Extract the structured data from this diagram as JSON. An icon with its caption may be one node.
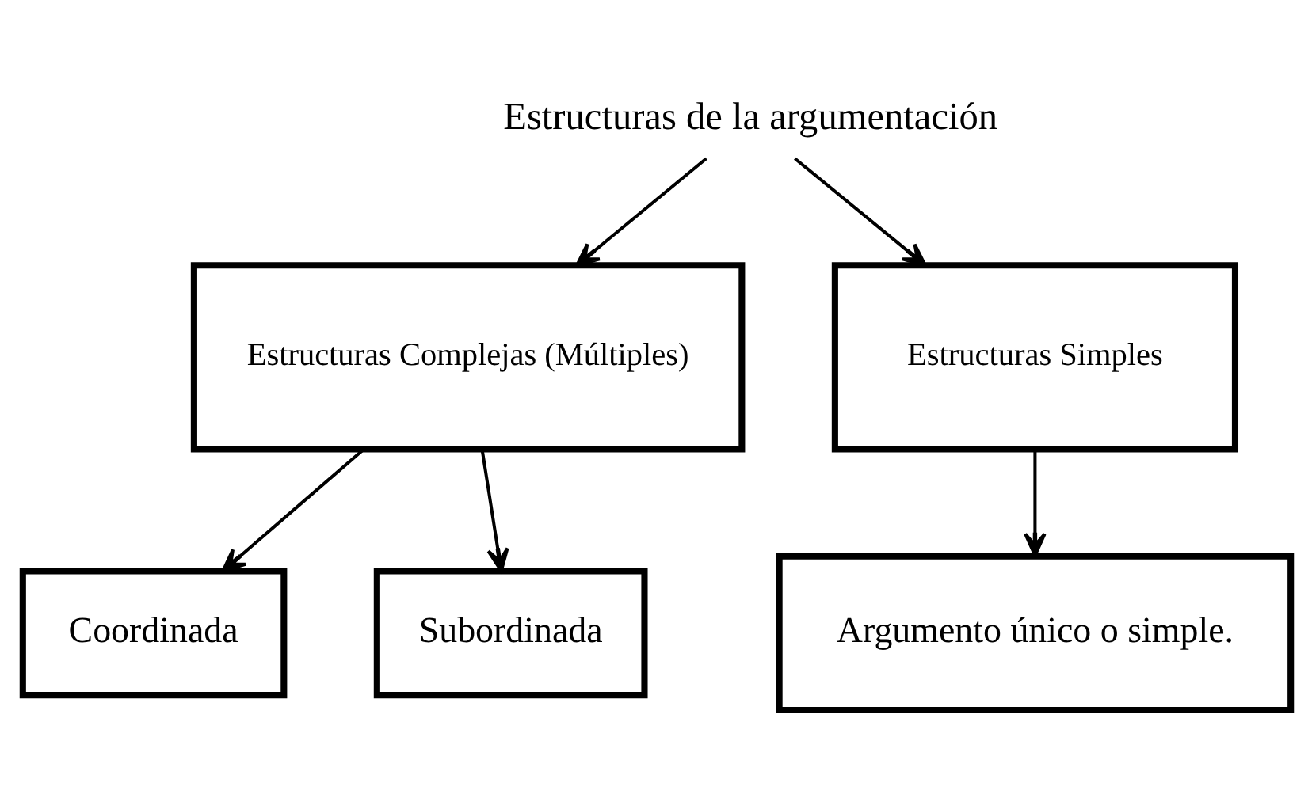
{
  "diagram": {
    "nodes": [
      {
        "text": [
          "Estructuras de la argumentación"
        ]
      },
      {
        "text": [
          "Estructuras Complejas (Múltiples)"
        ]
      },
      {
        "text": [
          "Estructuras Simples"
        ]
      },
      {
        "text": [
          "Coordinada"
        ]
      },
      {
        "text": [
          "Subordinada"
        ]
      },
      {
        "text": [
          "Argumento único o simple."
        ]
      }
    ],
    "edges": [
      {
        "from": 0,
        "to": 1,
        "arrow": "to"
      },
      {
        "from": 0,
        "to": 2,
        "arrow": "to"
      },
      {
        "from": 1,
        "to": 3,
        "arrow": "to"
      },
      {
        "from": 1,
        "to": 4,
        "arrow": "to"
      },
      {
        "from": 2,
        "to": 5,
        "arrow": "to"
      }
    ]
  }
}
